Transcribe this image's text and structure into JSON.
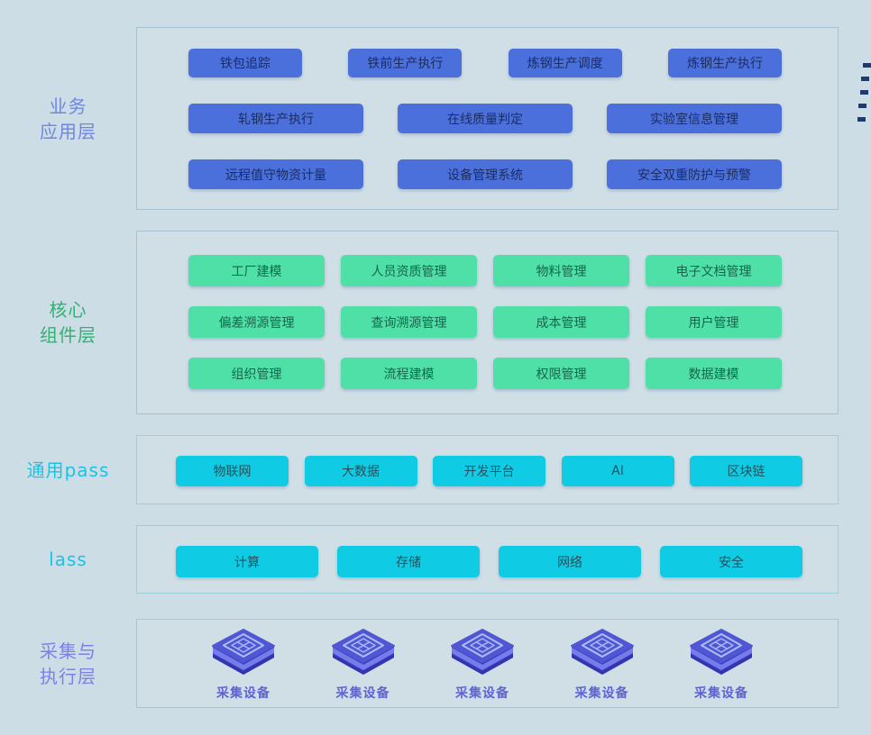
{
  "palette": {
    "background": "#cddde5",
    "dash_color": "#1f3a6e"
  },
  "decoration": {
    "dash_count": 5
  },
  "layers": [
    {
      "name": "业务应用层",
      "label_lines": [
        "业务",
        "应用层"
      ],
      "label_color": "#6f86e2",
      "button_bg": "#4b70dc",
      "button_text": "#1b2d60",
      "rows": [
        {
          "size": "sm",
          "buttons": [
            "铁包追踪",
            "铁前生产执行",
            "炼钢生产调度",
            "炼钢生产执行"
          ]
        },
        {
          "size": "lg",
          "buttons": [
            "轧钢生产执行",
            "在线质量判定",
            "实验室信息管理"
          ]
        },
        {
          "size": "lg",
          "buttons": [
            "远程值守物资计量",
            "设备管理系统",
            "安全双重防护与预警"
          ]
        }
      ]
    },
    {
      "name": "核心组件层",
      "label_lines": [
        "核心",
        "组件层"
      ],
      "label_color": "#30b273",
      "button_bg": "#4fe0a8",
      "button_text": "#17654b",
      "rows": [
        {
          "size": "md",
          "buttons": [
            "工厂建模",
            "人员资质管理",
            "物料管理",
            "电子文档管理"
          ]
        },
        {
          "size": "md",
          "buttons": [
            "偏差溯源管理",
            "查询溯源管理",
            "成本管理",
            "用户管理"
          ]
        },
        {
          "size": "md",
          "buttons": [
            "组织管理",
            "流程建模",
            "权限管理",
            "数据建模"
          ]
        }
      ]
    },
    {
      "name": "通用pass",
      "label_lines": [
        "通用pass"
      ],
      "label_color": "#1bc2e6",
      "button_bg": "#0fcbe3",
      "button_text": "#27505c",
      "rows": [
        {
          "size": "xs",
          "buttons": [
            "物联网",
            "大数据",
            "开发平台",
            "AI",
            "区块链"
          ]
        }
      ]
    },
    {
      "name": "lass",
      "label_lines": [
        "lass"
      ],
      "label_color": "#1bc2e6",
      "button_bg": "#0fcbe3",
      "button_text": "#27505c",
      "rows": [
        {
          "size": "ia",
          "buttons": [
            "计算",
            "存储",
            "网络",
            "安全"
          ]
        }
      ]
    },
    {
      "name": "采集与执行层",
      "label_lines": [
        "采集与",
        "执行层"
      ],
      "label_color": "#7e80ea",
      "device_label_color": "#5f62d8",
      "devices": [
        "采集设备",
        "采集设备",
        "采集设备",
        "采集设备",
        "采集设备"
      ],
      "cube_colors": {
        "top": "#5156d4",
        "left": "#4448c9",
        "right": "#3a3ec0",
        "band": "#7c81ee",
        "bottom": "#3335af",
        "glyph": "#b6c9f5"
      }
    }
  ]
}
